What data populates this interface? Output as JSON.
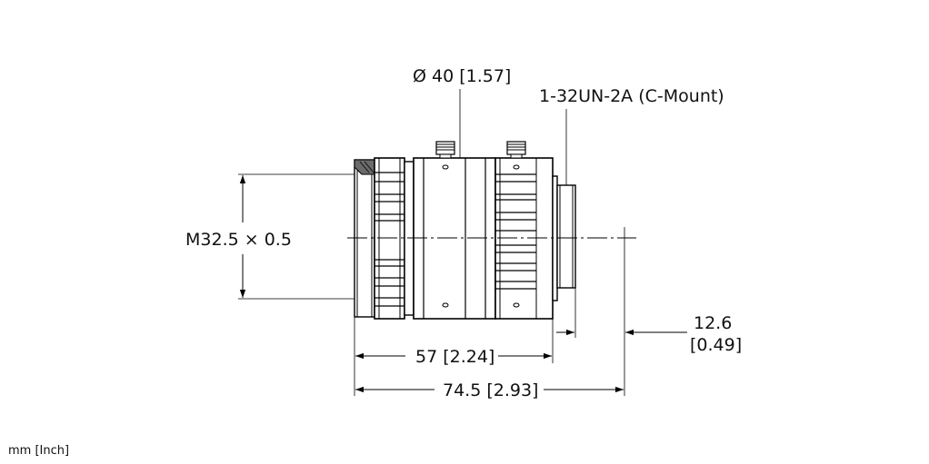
{
  "labels": {
    "diameter": "Ø 40 [1.57]",
    "mount": "1-32UN-2A (C-Mount)",
    "thread": "M32.5 × 0.5",
    "flange_mm": "12.6",
    "flange_in": "[0.49]",
    "body_length": "57 [2.24]",
    "total_length": "74.5 [2.93]",
    "units": "mm [Inch]"
  }
}
